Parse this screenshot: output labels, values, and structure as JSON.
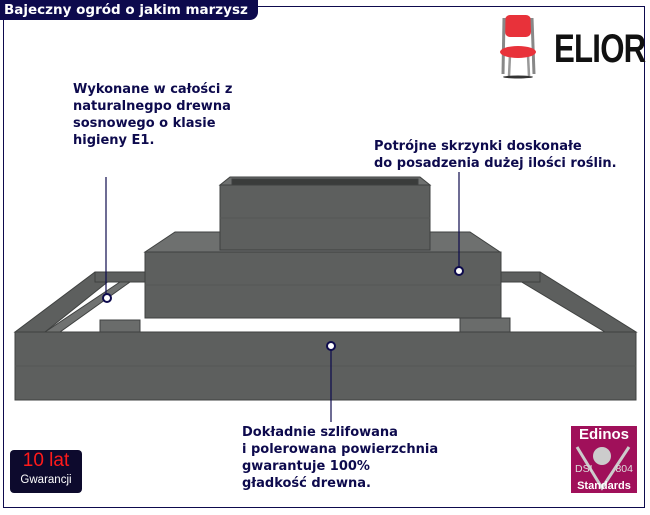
{
  "header": {
    "title": "Bajeczny ogród o jakim marzysz"
  },
  "brand": {
    "name": "ELIOR",
    "logo_icon": "red-chair-icon",
    "logo_color": "#e8323a"
  },
  "callouts": [
    {
      "text": "Wykonane w całości z\nnaturalnegpo drewna\nsosnowego o klasie\nhigieny  E1."
    },
    {
      "text": "Potrójne skrzynki doskonałe\ndo posadzenia dużej ilości roślin."
    },
    {
      "text": "Dokładnie szlifowana\ni polerowana powierzchnia\ngwarantuje 100%\ngładkość drewna."
    }
  ],
  "warranty": {
    "years": "10 lat",
    "label": "Gwarancji"
  },
  "certificate": {
    "top": "Edinos",
    "left": "DSI",
    "right": "804",
    "bottom": "Standards",
    "color": "#a0105a"
  },
  "colors": {
    "frame": "#0d0a4d",
    "wood": "#5b5d5c"
  }
}
